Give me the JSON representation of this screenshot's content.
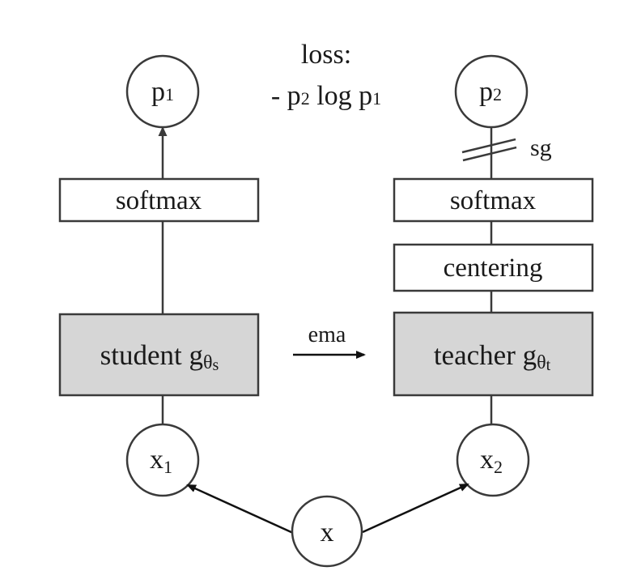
{
  "colors": {
    "model_box_fill": "#d6d6d6",
    "plain_box_fill": "#ffffff",
    "stroke": "#3a3a3a"
  },
  "loss": {
    "title": "loss:",
    "formula_prefix": "- p",
    "formula_p2_sub": "2",
    "formula_mid": " log p",
    "formula_p1_sub": "1"
  },
  "student": {
    "output": {
      "base": "p",
      "sub": "1"
    },
    "softmax": "softmax",
    "model_name": "student g",
    "model_sub_theta": "θ",
    "model_sub_s": "s",
    "input": {
      "base": "x",
      "sub": "1"
    }
  },
  "teacher": {
    "output": {
      "base": "p",
      "sub": "2"
    },
    "stop_grad": "sg",
    "softmax": "softmax",
    "centering": "centering",
    "model_name": "teacher g",
    "model_sub_theta": "θ",
    "model_sub_t": "t",
    "input": {
      "base": "x",
      "sub": "2"
    }
  },
  "ema_label": "ema",
  "source_input": "x"
}
